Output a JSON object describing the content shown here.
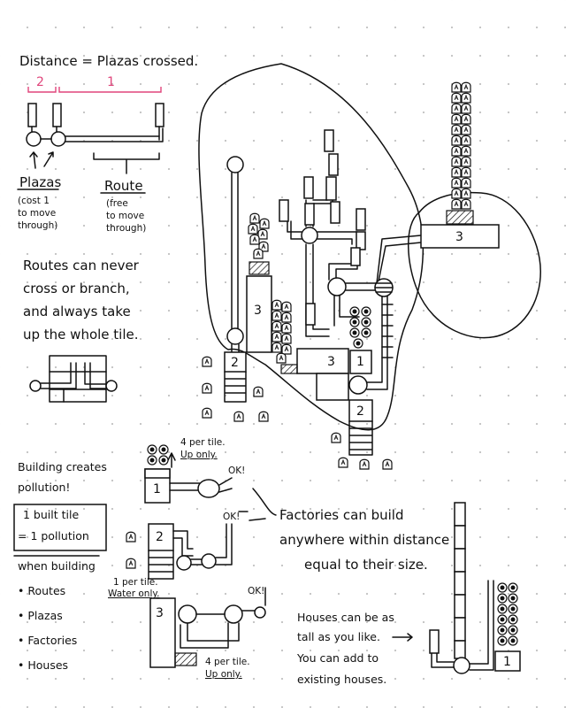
{
  "legend": {
    "heading": "Distance = Plazas crossed.",
    "distance_a": "2",
    "distance_b": "1",
    "plazas_title": "Plazas",
    "plazas_note": [
      "(cost 1",
      "to move",
      "through)"
    ],
    "route_title": "Route",
    "route_note": [
      "(free",
      "to move",
      "through)"
    ],
    "routes_rule": [
      "Routes can never",
      "cross or branch,",
      "and always take",
      "up the whole tile."
    ]
  },
  "pollution": {
    "title": [
      "Building creates",
      "pollution!"
    ],
    "rule": [
      "1 built tile",
      "= 1 pollution"
    ],
    "when_building": "when building",
    "items": [
      "• Routes",
      "• Plazas",
      "• Factories",
      "• Houses"
    ]
  },
  "examples": {
    "house_note": [
      "4 per tile.",
      "Up only."
    ],
    "ok": "OK!",
    "water_note": [
      "1 per tile.",
      "Water only."
    ],
    "house_note_2": [
      "4 per tile.",
      "Up only."
    ],
    "factory_rule": [
      "Factories can build",
      "anywhere within distance",
      "equal to their size."
    ],
    "houses_rule": [
      "Houses can be as",
      "tall as you like.",
      "You can add to",
      "existing houses."
    ]
  },
  "factory_sizes": {
    "city_3_tall": "3",
    "city_3_mid": "3",
    "city_1": "1",
    "city_2_left": "2",
    "city_2_bottom": "2",
    "island_3": "3",
    "ex_1": "1",
    "ex_2": "2",
    "ex_3": "3",
    "tower_1": "1"
  }
}
